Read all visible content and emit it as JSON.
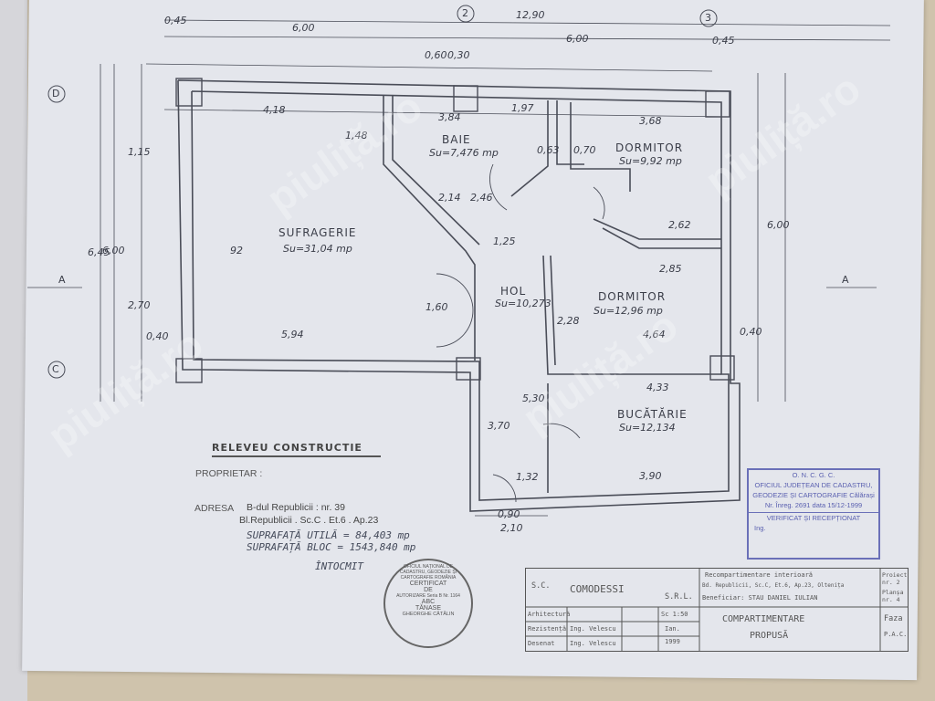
{
  "watermark": "piuliță.ro",
  "axes": {
    "top_2": "2",
    "top_3": "3",
    "left_D": "D",
    "left_C": "C",
    "section": "A"
  },
  "rooms": [
    {
      "name": "SUFRAGERIE",
      "area": "Su=31,04 mp"
    },
    {
      "name": "BAIE",
      "area": "Su=7,476 mp"
    },
    {
      "name": "DORMITOR",
      "area": "Su=9,92 mp"
    },
    {
      "name": "HOL",
      "area": "Su=10,273"
    },
    {
      "name": "DORMITOR",
      "area": "Su=12,96 mp"
    },
    {
      "name": "BUCĂTĂRIE",
      "area": "Su=12,134"
    }
  ],
  "dims": {
    "total": "12,90",
    "left_6": "6,00",
    "right_6": "6,00",
    "d045a": "0,45",
    "d045b": "0,45",
    "d418": "4,18",
    "d384": "3,84",
    "d197": "1,97",
    "d368": "3,68",
    "d060": "0,60",
    "d030": "0,30",
    "d594": "5,94",
    "d040": "0,40",
    "d262": "2,62",
    "d285": "2,85",
    "d464": "4,64",
    "d433": "4,33",
    "d390": "3,90",
    "d132": "1,32",
    "d090": "0,90",
    "d210": "2,10",
    "d530": "5,30",
    "d370": "3,70",
    "d645": "6,45",
    "d600": "6,00",
    "d214": "2,14",
    "d246": "2,46",
    "d125": "1,25",
    "d160": "1,60",
    "d092": "92",
    "d148": "1,48",
    "d228": "2,28",
    "d063": "0,63",
    "d070": "0,70",
    "d115": "1,15",
    "d270": "2,70"
  },
  "info": {
    "title": "RELEVEU CONSTRUCTIE",
    "owner_label": "PROPRIETAR :",
    "address_label": "ADRESA",
    "address_1": "B-dul Republicii : nr. 39",
    "address_2": "Bl.Republicii . Sc.C . Et.6 . Ap.23",
    "useful_area": "SUPRAFAȚĂ UTILĂ = 84,403 mp",
    "block_area": "SUPRAFAȚĂ BLOC = 1543,840 mp",
    "prepared": "ÎNTOCMIT"
  },
  "round_stamp": {
    "ring": "OFICIUL NAȚIONAL DE CADASTRU, GEODEZIE ȘI CARTOGRAFIE ROMÂNIA",
    "line1": "CERTIFICAT",
    "line2": "DE",
    "line3": "AUTORIZARE Seria B Nr. 1164",
    "line4": "ABC",
    "line5": "TĂNASE",
    "line6": "GHEORGHE CĂTĂLIN"
  },
  "blue_stamp": {
    "line1": "O. N. C. G. C.",
    "line2": "OFICIUL JUDEȚEAN DE CADASTRU,",
    "line3": "GEODEZIE ȘI CARTOGRAFIE Călărași",
    "reg": "Nr. Înreg. 2691 data 15/12-1999",
    "verified": "VERIFICAT ȘI RECEPȚIONAT",
    "eng": "Ing."
  },
  "title_block": {
    "company_prefix": "S.C.",
    "company": "COMODESSI",
    "company_suffix": "S.R.L.",
    "project_desc_1": "Recompartimentare interioară",
    "project_desc_2": "Bd. Republicii, Sc.C, Et.6, Ap.23, Oltenița",
    "project_desc_3": "Beneficiar: STAU DANIEL IULIAN",
    "project_no": "Proiect nr. 2",
    "sheet_no": "Planșa nr. 4",
    "row1_role": "Arhitectură",
    "row2_role": "Rezistență",
    "row2_name": "Ing. Velescu",
    "row3_role": "Desenat",
    "row3_name": "Ing. Velescu",
    "scale": "Sc 1:50",
    "date_1": "Ian.",
    "date_2": "1999",
    "drawing_title_1": "COMPARTIMENTARE",
    "drawing_title_2": "PROPUSĂ",
    "phase_label": "Faza",
    "phase": "P.A.C."
  }
}
